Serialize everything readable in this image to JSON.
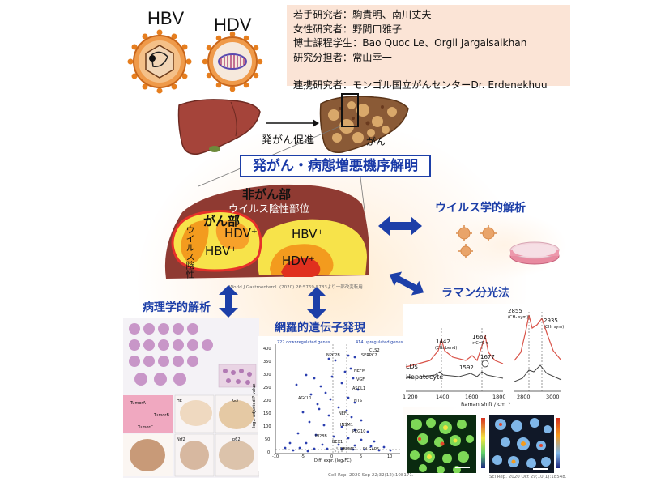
{
  "researchers": {
    "lines": [
      "若手研究者：駒貴明、南川丈夫",
      "女性研究者：野間口雅子",
      "博士課程学生：Bao Quoc Le、Orgil Jargalsaikhan",
      "研究分担者：常山幸一",
      "",
      "連携研究者：モンゴル国立がんセンターDr. Erdenekhuu"
    ]
  },
  "viruses": {
    "hbv": "HBV",
    "hdv": "HDV"
  },
  "liver_top": {
    "promotion_label": "発がん促進",
    "cancer_label": "がん"
  },
  "main_title": "発がん・病態増悪機序解明",
  "zones": {
    "non_cancer": "非がん部",
    "virus_negative": "ウイルス陰性部位",
    "cancer": "がん部",
    "virus_negative_vertical": "ウイルス陰性",
    "hdv_plus_left": "HDV⁺",
    "hbv_plus_left": "HBV⁺",
    "hbv_plus_right": "HBV⁺",
    "hdv_plus_right": "HDV⁺"
  },
  "citations": {
    "liver_map": "World J Gastroenterol. (2020) 26:5769-5783より一部改変転用",
    "volcano": "Cell Rep. 2020 Sep 22;32(12):108171.",
    "raman": "Sci Rep. 2020 Oct 29;10(1):18548."
  },
  "analyses": {
    "virology": "ウイルス学的解析",
    "raman": "ラマン分光法",
    "pathology": "病理学的解析",
    "gene_expression": "網羅的遺伝子発現"
  },
  "histology_labels": {
    "he": "HE",
    "g3": "G3",
    "nd2": "Nrf2",
    "p62": "p62",
    "tumor_a": "TumorA",
    "tumor_b": "TumorB",
    "tumor_c": "TumorC"
  },
  "volcano": {
    "left_count": "722 downregulated genes",
    "right_count": "414 upregulated genes",
    "ylabel": "-log₁₀ adjusted P-value",
    "xlabel": "Diff. expr. (log₂FC)",
    "xticks": [
      "-10",
      "-5",
      "0",
      "5",
      "10"
    ],
    "yticks": [
      "0",
      "50",
      "100",
      "150",
      "200",
      "250",
      "300",
      "350",
      "400"
    ],
    "gene_labels": [
      "CLS2",
      "NPC2B",
      "SERPC2",
      "NEFM",
      "VGF",
      "AGCL1",
      "ASCL1",
      "NEFL",
      "NTS",
      "INSM1",
      "LIN28B",
      "BEX1",
      "PEG10",
      "RBPMS2",
      "DLGAP5"
    ]
  },
  "raman": {
    "peak_1442": "1442",
    "peak_1442_note": "(CH₂ bend)",
    "peak_1592": "1592",
    "peak_1662": "1662",
    "peak_1662_note": ">C=C<",
    "peak_1677": "1677",
    "peak_2855": "2855",
    "peak_2855_note": "(CH₂ sym)",
    "peak_2935": "2935",
    "peak_2935_note": "(CH₃ sym)",
    "series_lds": "LDs",
    "series_hepatocyte": "Hepatocyte",
    "xticks_left": [
      "1 200",
      "1400",
      "1600",
      "1800"
    ],
    "xticks_right": [
      "2800",
      "3000"
    ],
    "xlabel": "Raman shift / cm⁻¹"
  },
  "colors": {
    "accent_blue": "#1d3fa8",
    "liver_red": "#a5443a",
    "zone_dark_red": "#8f3a32",
    "zone_yellow": "#f7e34a",
    "zone_orange": "#f39b1e",
    "zone_red": "#e0301e",
    "info_bg": "#fbe4d6"
  }
}
